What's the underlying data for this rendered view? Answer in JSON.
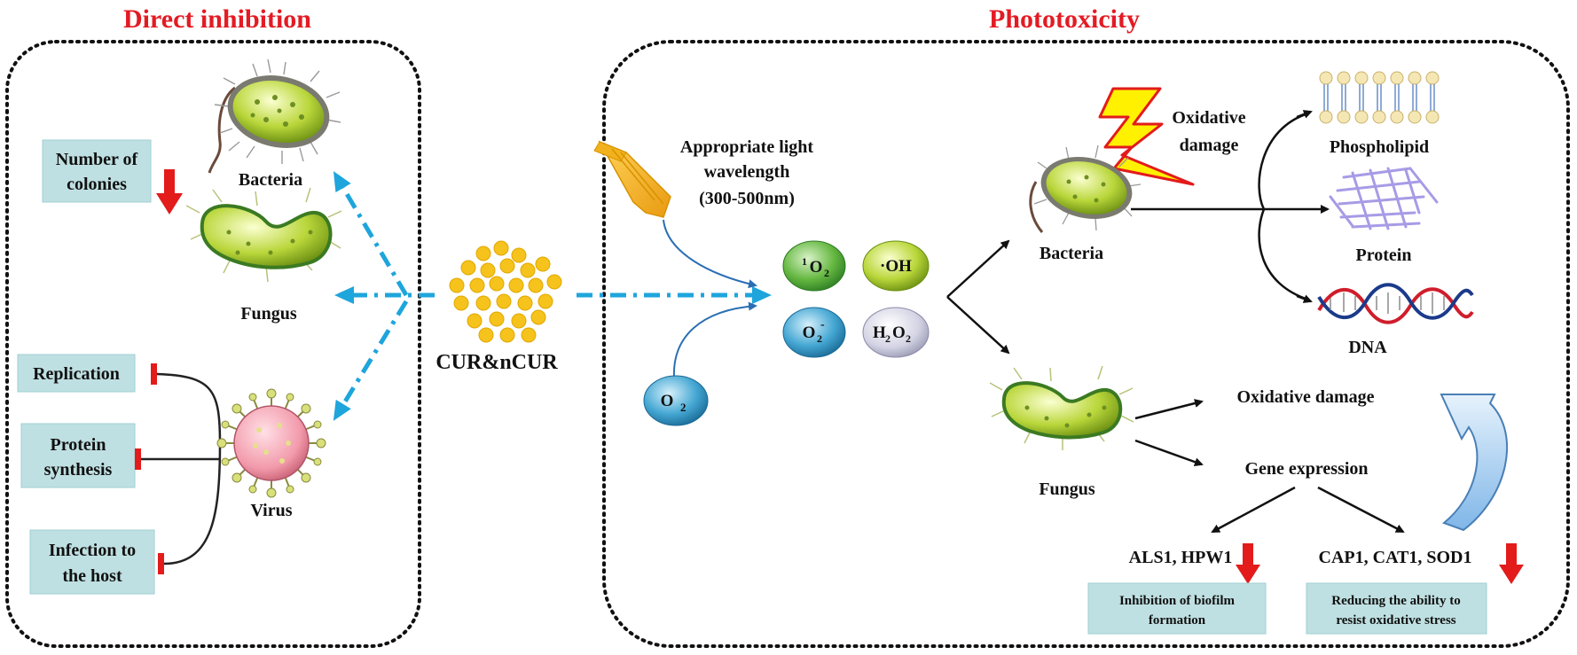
{
  "titles": {
    "left": "Direct inhibition",
    "right": "Phototoxicity"
  },
  "left_panel": {
    "number_of_colonies": [
      "Number of",
      "colonies"
    ],
    "bacteria": "Bacteria",
    "fungus": "Fungus",
    "virus": "Virus",
    "replication": "Replication",
    "protein_synthesis": [
      "Protein",
      "synthesis"
    ],
    "infection_to_host": [
      "Infection to",
      "the host"
    ]
  },
  "center": {
    "compound": "CUR&nCUR",
    "light": [
      "Appropriate light",
      "wavelength",
      "(300-500nm)"
    ],
    "o2": {
      "base": "O",
      "sub": "2"
    },
    "ros": {
      "singlet_oxygen": {
        "sup": "1",
        "base": "O",
        "sub": "2"
      },
      "hydroxyl": "·OH",
      "superoxide": {
        "base": "O",
        "sub": "2",
        "sup": "-"
      },
      "peroxide": {
        "h": "H",
        "h_sub": "2",
        "o": "O",
        "o_sub": "2"
      }
    }
  },
  "right_panel": {
    "oxidative_damage_bacteria": [
      "Oxidative",
      "damage"
    ],
    "bacteria": "Bacteria",
    "fungus": "Fungus",
    "phospholipid": "Phospholipid",
    "protein": "Protein",
    "dna": "DNA",
    "oxidative_damage": "Oxidative damage",
    "gene_expression": "Gene expression",
    "genes_biofilm": "ALS1, HPW1",
    "genes_stress": "CAP1, CAT1, SOD1",
    "biofilm_box": [
      "Inhibition of biofilm",
      "formation"
    ],
    "stress_box": [
      "Reducing the ability to",
      "resist oxidative stress"
    ]
  },
  "colors": {
    "title": "#e31b23",
    "label_box": "#bfe0e2",
    "dashed_arrow": "#1ea5dc",
    "down_arrow": "#e31b1b",
    "curcumin": "#f6c21c"
  }
}
